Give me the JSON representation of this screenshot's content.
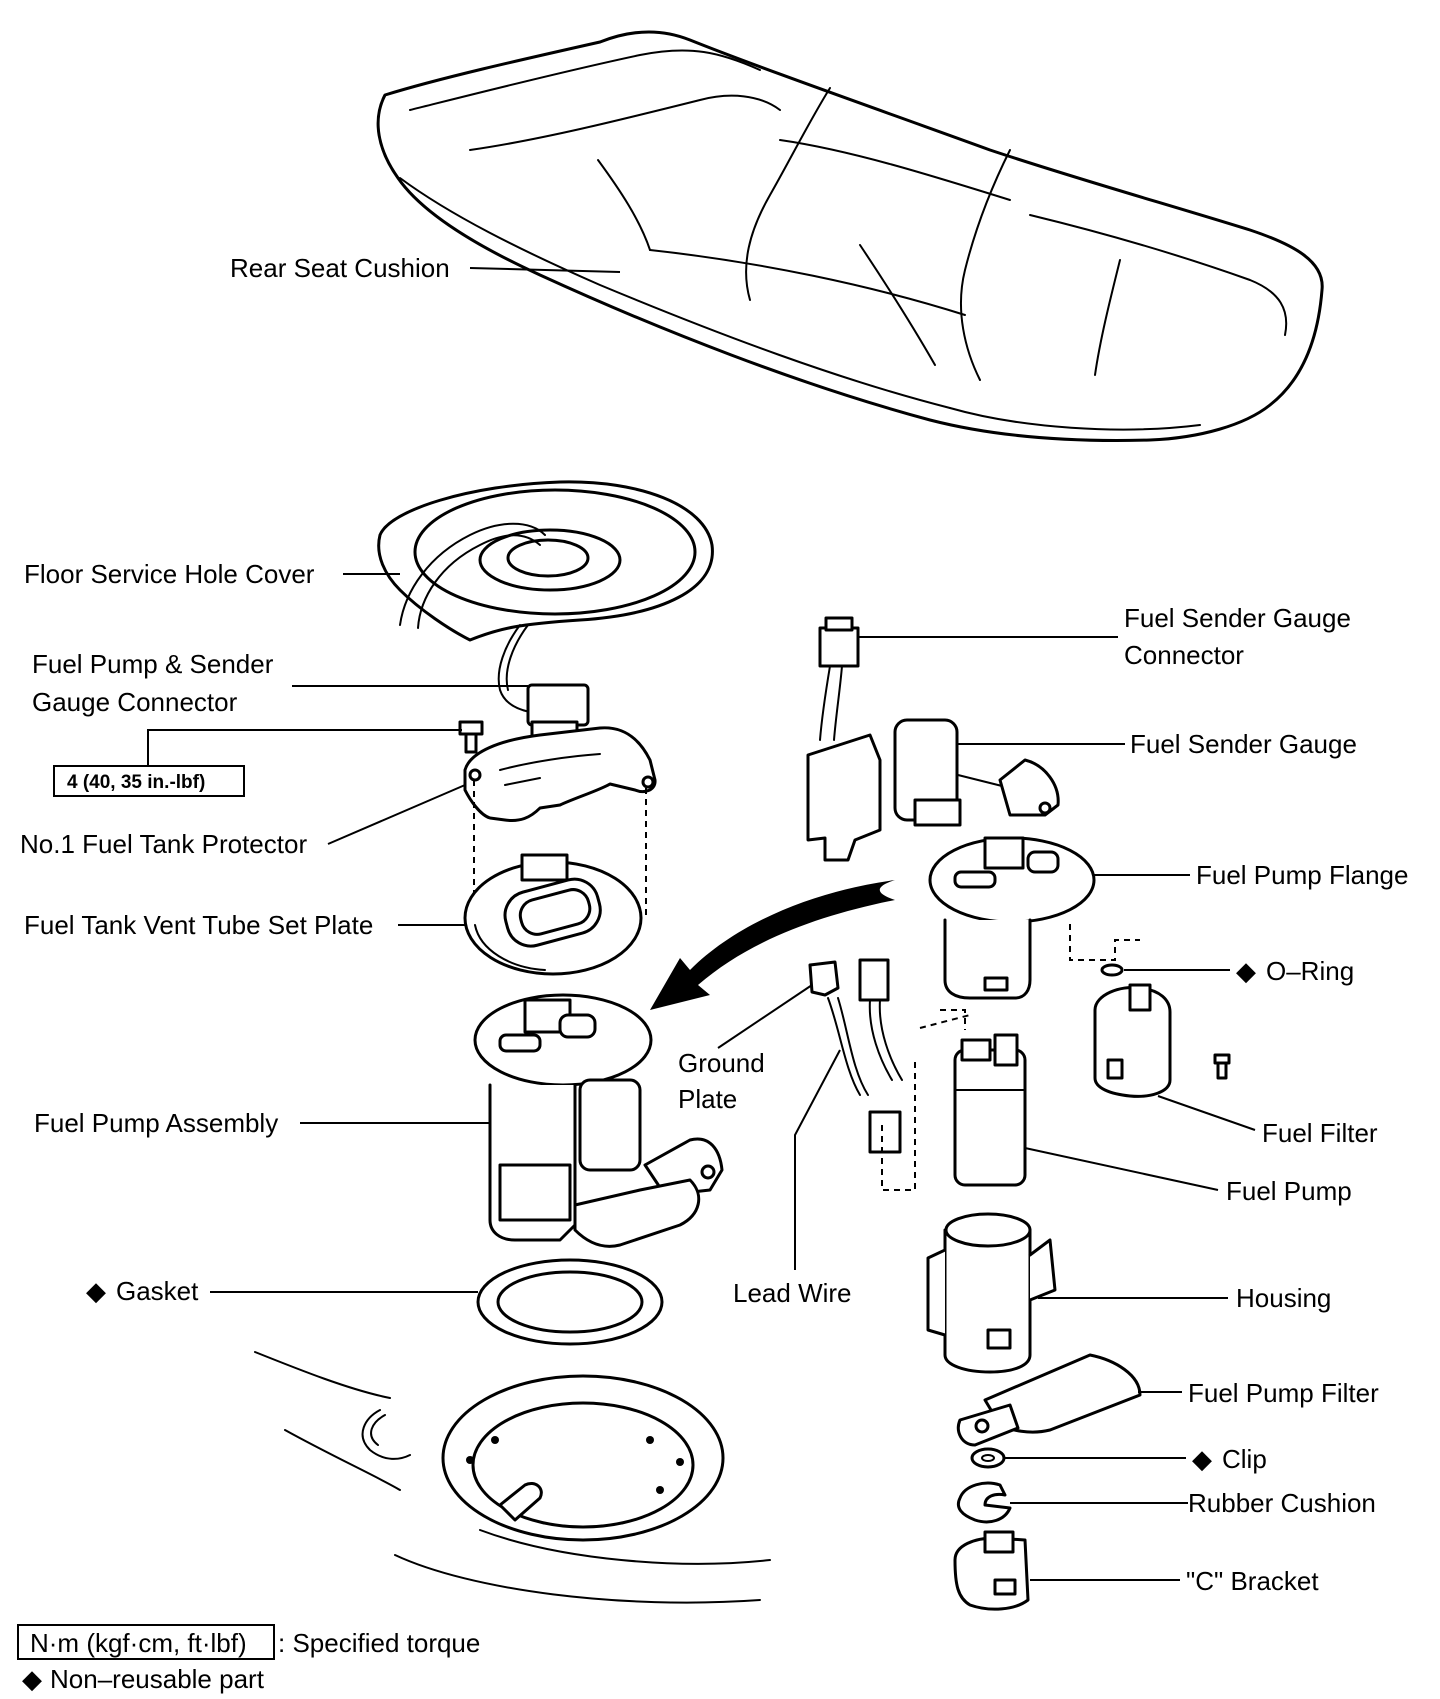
{
  "labels": {
    "rear_seat_cushion": "Rear Seat Cushion",
    "floor_service_hole_cover": "Floor Service Hole Cover",
    "fuel_pump_sender_connector_l1": "Fuel Pump & Sender",
    "fuel_pump_sender_connector_l2": "Gauge Connector",
    "torque_value": "4 (40, 35 in.-lbf)",
    "no1_fuel_tank_protector": "No.1 Fuel Tank Protector",
    "fuel_tank_vent_tube_set_plate": "Fuel Tank Vent Tube Set Plate",
    "fuel_pump_assembly": "Fuel Pump Assembly",
    "gasket": "Gasket",
    "fuel_sender_gauge_connector_l1": "Fuel Sender Gauge",
    "fuel_sender_gauge_connector_l2": "Connector",
    "fuel_sender_gauge": "Fuel Sender Gauge",
    "fuel_pump_flange": "Fuel Pump Flange",
    "o_ring": "O–Ring",
    "ground_plate_l1": "Ground",
    "ground_plate_l2": "Plate",
    "fuel_filter": "Fuel Filter",
    "fuel_pump": "Fuel Pump",
    "lead_wire": "Lead Wire",
    "housing": "Housing",
    "fuel_pump_filter": "Fuel Pump Filter",
    "clip": "Clip",
    "rubber_cushion": "Rubber Cushion",
    "c_bracket": "\"C\" Bracket"
  },
  "non_reusable_marker": "◆",
  "legend": {
    "torque_units": "N·m (kgf·cm, ft·lbf)",
    "torque_text": ": Specified torque",
    "non_reusable_text": "Non–reusable part"
  }
}
